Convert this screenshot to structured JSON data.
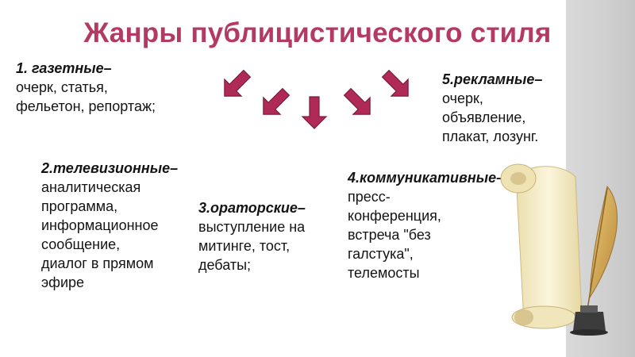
{
  "slide": {
    "title": "Жанры публицистического стиля",
    "genres": [
      {
        "head": "1. газетные",
        "dash": "–",
        "body": "очерк, статья, фельетон, репортаж;"
      },
      {
        "head": "2.телевизионные–",
        "body": "аналитическая программа, информационное сообщение, диалог в прямом эфире"
      },
      {
        "head": "3.ораторские",
        "dash": "–",
        "body": "выступление на митинге, тост, дебаты;"
      },
      {
        "head": "4.коммуникативные–",
        "body": "пресс-конференция, встреча \"без галстука\", телемосты"
      },
      {
        "head": "5.рекламные",
        "dash": "–",
        "body": "очерк, объявление, плакат, лозунг."
      }
    ],
    "accent_color": "#b53a63",
    "arrow_color": "#b02a58",
    "decoration": "scroll-and-quill-icon"
  }
}
